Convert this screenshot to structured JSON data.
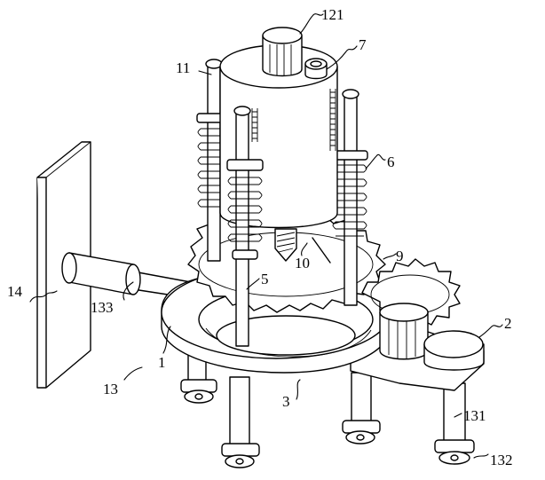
{
  "callouts": {
    "c121": "121",
    "c7": "7",
    "c11": "11",
    "c6": "6",
    "c9": "9",
    "c10": "10",
    "c5": "5",
    "c14": "14",
    "c133": "133",
    "c2": "2",
    "c1": "1",
    "c13": "13",
    "c3": "3",
    "c131": "131",
    "c132": "132"
  }
}
